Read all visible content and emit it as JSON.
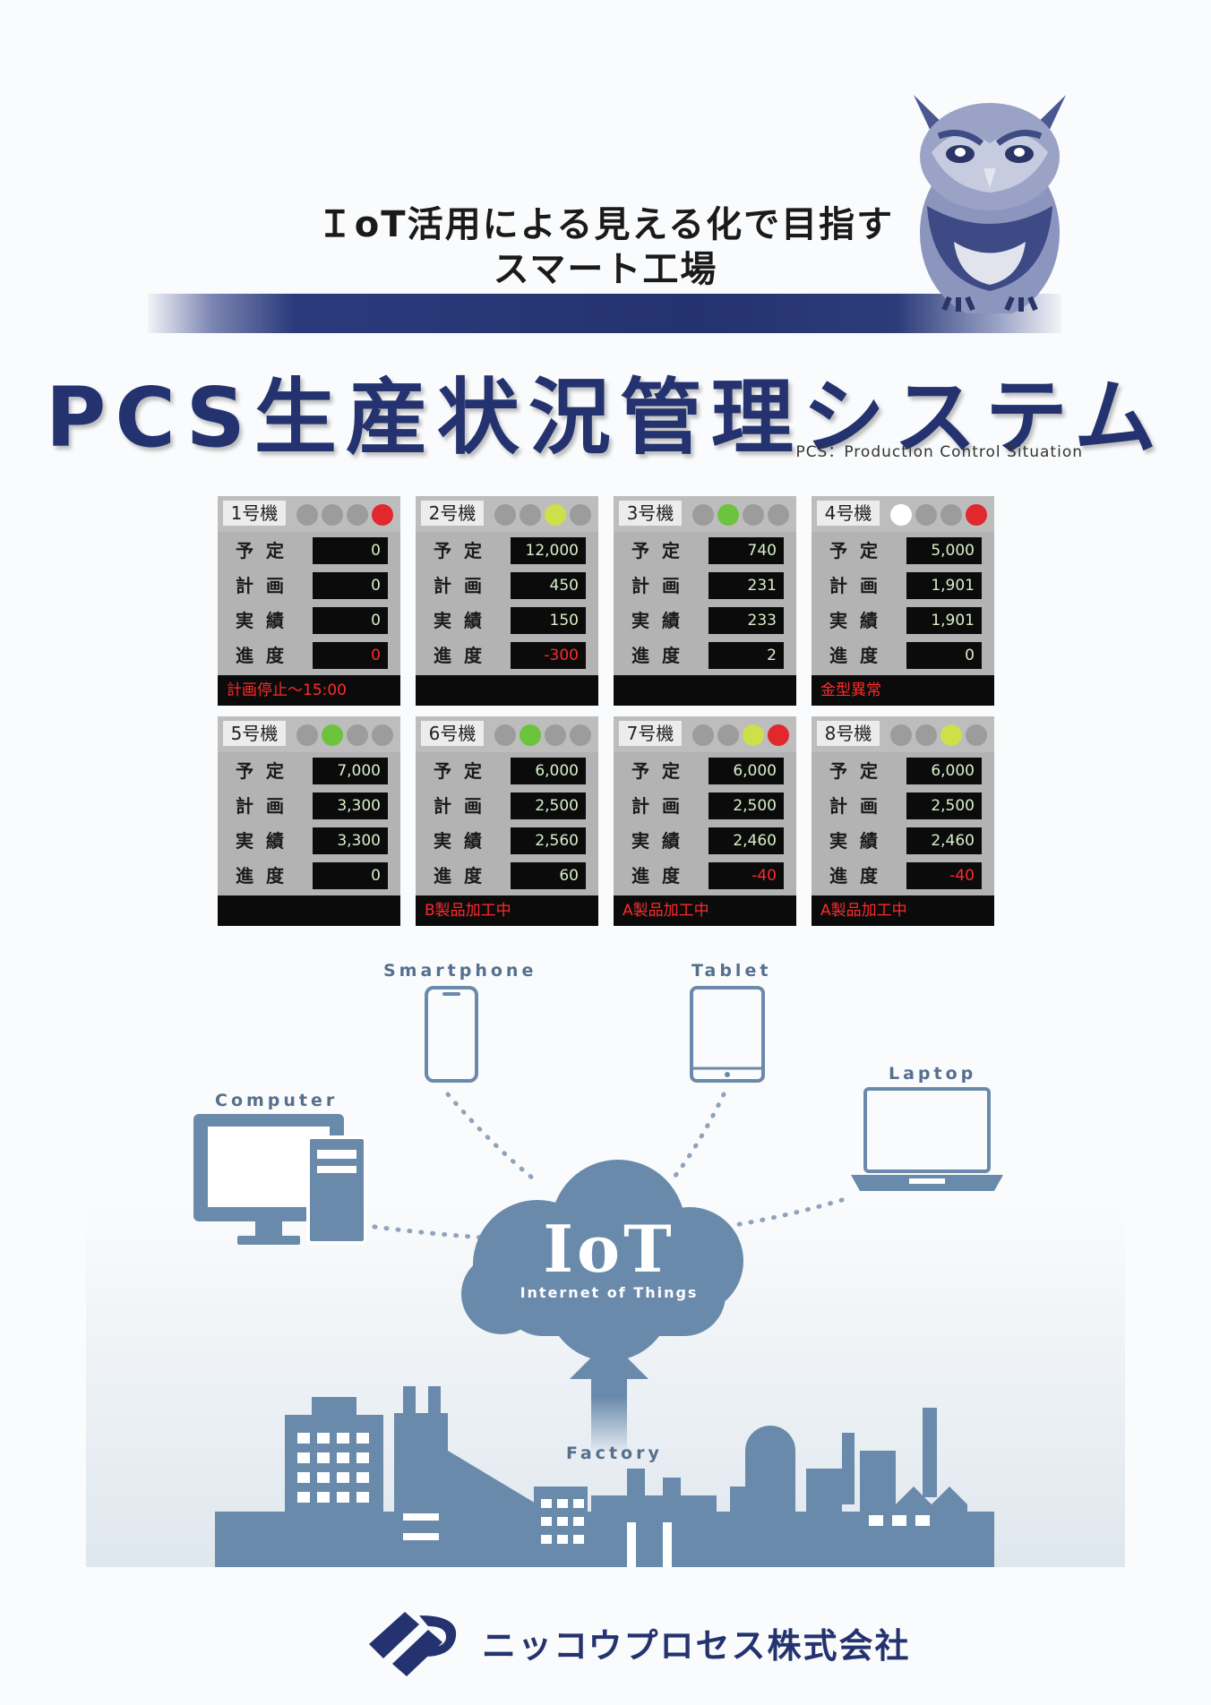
{
  "header": {
    "subtitle_line1": "ＩoT活用による見える化で目指す",
    "subtitle_line2": "スマート工場",
    "title": "PCS生産状況管理システム",
    "pcs_note": "PCS：Production Control Situation"
  },
  "colors": {
    "brand_navy": "#243370",
    "diagram_blue": "#6a8aab",
    "lamp_off": "#9c9c9c",
    "lamp_red": "#e0282d",
    "lamp_green": "#6bc43c",
    "lamp_yellow": "#cde04a",
    "lamp_white": "#ffffff"
  },
  "row_labels": [
    "予定",
    "計画",
    "実績",
    "進度"
  ],
  "panels": [
    {
      "label": "1号機",
      "lamps": [
        "off",
        "off",
        "off",
        "red"
      ],
      "values": [
        "0",
        "0",
        "0",
        "0"
      ],
      "status": "計画停止～15:00"
    },
    {
      "label": "2号機",
      "lamps": [
        "off",
        "off",
        "yellow",
        "off"
      ],
      "values": [
        "12,000",
        "450",
        "150",
        "-300"
      ],
      "status": ""
    },
    {
      "label": "3号機",
      "lamps": [
        "off",
        "green",
        "off",
        "off"
      ],
      "values": [
        "740",
        "231",
        "233",
        "2"
      ],
      "status": ""
    },
    {
      "label": "4号機",
      "lamps": [
        "white",
        "off",
        "off",
        "red"
      ],
      "values": [
        "5,000",
        "1,901",
        "1,901",
        "0"
      ],
      "status": "金型異常"
    },
    {
      "label": "5号機",
      "lamps": [
        "off",
        "green",
        "off",
        "off"
      ],
      "values": [
        "7,000",
        "3,300",
        "3,300",
        "0"
      ],
      "status": ""
    },
    {
      "label": "6号機",
      "lamps": [
        "off",
        "green",
        "off",
        "off"
      ],
      "values": [
        "6,000",
        "2,500",
        "2,560",
        "60"
      ],
      "status": "B製品加工中"
    },
    {
      "label": "7号機",
      "lamps": [
        "off",
        "off",
        "yellow",
        "red"
      ],
      "values": [
        "6,000",
        "2,500",
        "2,460",
        "-40"
      ],
      "status": "A製品加工中"
    },
    {
      "label": "8号機",
      "lamps": [
        "off",
        "off",
        "yellow",
        "off"
      ],
      "values": [
        "6,000",
        "2,500",
        "2,460",
        "-40"
      ],
      "status": "A製品加工中"
    }
  ],
  "diagram": {
    "smartphone": "Smartphone",
    "tablet": "Tablet",
    "computer": "Computer",
    "laptop": "Laptop",
    "cloud_title": "IoT",
    "cloud_sub": "Internet of Things",
    "factory": "Factory"
  },
  "footer": {
    "company": "ニッコウプロセス株式会社"
  }
}
